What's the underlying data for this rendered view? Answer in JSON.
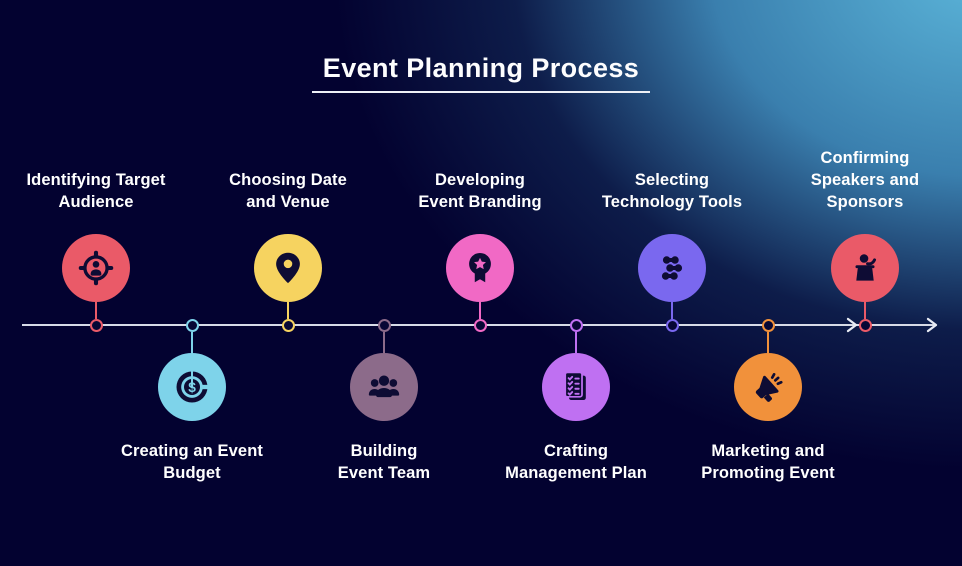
{
  "title": {
    "text": "Event Planning Process"
  },
  "palette": {
    "background": "#030230",
    "glow_top_right": "#5cb6da",
    "text": "#ffffff",
    "timeline": "#d7dbe7",
    "icon_ink": "#0e0c34"
  },
  "steps": [
    {
      "label": "Identifying Target\nAudience",
      "color": "#ea5a68",
      "icon": "target-audience-icon",
      "position": "top"
    },
    {
      "label": "Creating an Event\nBudget",
      "color": "#7ed3ea",
      "icon": "budget-pie-icon",
      "position": "bottom"
    },
    {
      "label": "Choosing Date\nand Venue",
      "color": "#f6d360",
      "icon": "location-pin-icon",
      "position": "top"
    },
    {
      "label": "Building\nEvent Team",
      "color": "#8c6b8a",
      "icon": "team-icon",
      "position": "bottom"
    },
    {
      "label": "Developing\nEvent Branding",
      "color": "#f169c5",
      "icon": "award-badge-icon",
      "position": "top"
    },
    {
      "label": "Crafting\nManagement Plan",
      "color": "#bf70f2",
      "icon": "checklist-icon",
      "position": "bottom"
    },
    {
      "label": "Selecting\nTechnology Tools",
      "color": "#7a68ef",
      "icon": "network-nodes-icon",
      "position": "top"
    },
    {
      "label": "Marketing and\nPromoting Event",
      "color": "#f1913b",
      "icon": "megaphone-icon",
      "position": "bottom"
    },
    {
      "label": "Confirming\nSpeakers and\nSponsors",
      "color": "#ea5a68",
      "icon": "speaker-podium-icon",
      "position": "top"
    }
  ]
}
